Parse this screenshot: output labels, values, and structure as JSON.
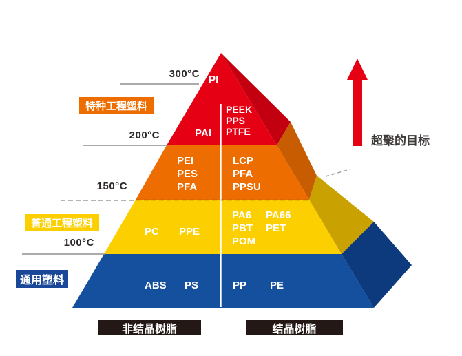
{
  "colors": {
    "red_front": "#e60013",
    "red_side": "#c30010",
    "orange_front": "#ed6d00",
    "orange_side": "#c85c00",
    "yellow_front": "#fcd000",
    "yellow_side": "#c9a100",
    "blue_front": "#15509e",
    "blue_side": "#0c3a7d",
    "arrow_red": "#e60013",
    "badge_special_bg": "#ed6d00",
    "badge_common_bg": "#fcd000",
    "badge_general_bg": "#1a4798",
    "badge_resin_bg": "#231815",
    "ref_line": "#8f8f8f"
  },
  "temps": {
    "t300": "300°C",
    "t200": "200°C",
    "t150": "150°C",
    "t100": "100°C"
  },
  "category_badges": {
    "special": "特种工程塑料",
    "common": "普通工程塑料",
    "general": "通用塑料"
  },
  "axis_badges": {
    "amorphous": "非结晶树脂",
    "crystalline": "结晶树脂"
  },
  "goal": {
    "label": "超聚的目标"
  },
  "materials": {
    "red": {
      "top": "PI",
      "left": "PAI",
      "right": [
        "PEEK",
        "PPS",
        "PTFE"
      ]
    },
    "orange": {
      "left": [
        "PEI",
        "PES",
        "PFA"
      ],
      "right": [
        "LCP",
        "PFA",
        "PPSU"
      ]
    },
    "yellow": {
      "left1": "PC",
      "left2": "PPE",
      "right_col1": [
        "PA6",
        "PBT",
        "POM"
      ],
      "right_col2": [
        "PA66",
        "PET"
      ]
    },
    "blue": {
      "left1": "ABS",
      "left2": "PS",
      "right1": "PP",
      "right2": "PE"
    }
  }
}
